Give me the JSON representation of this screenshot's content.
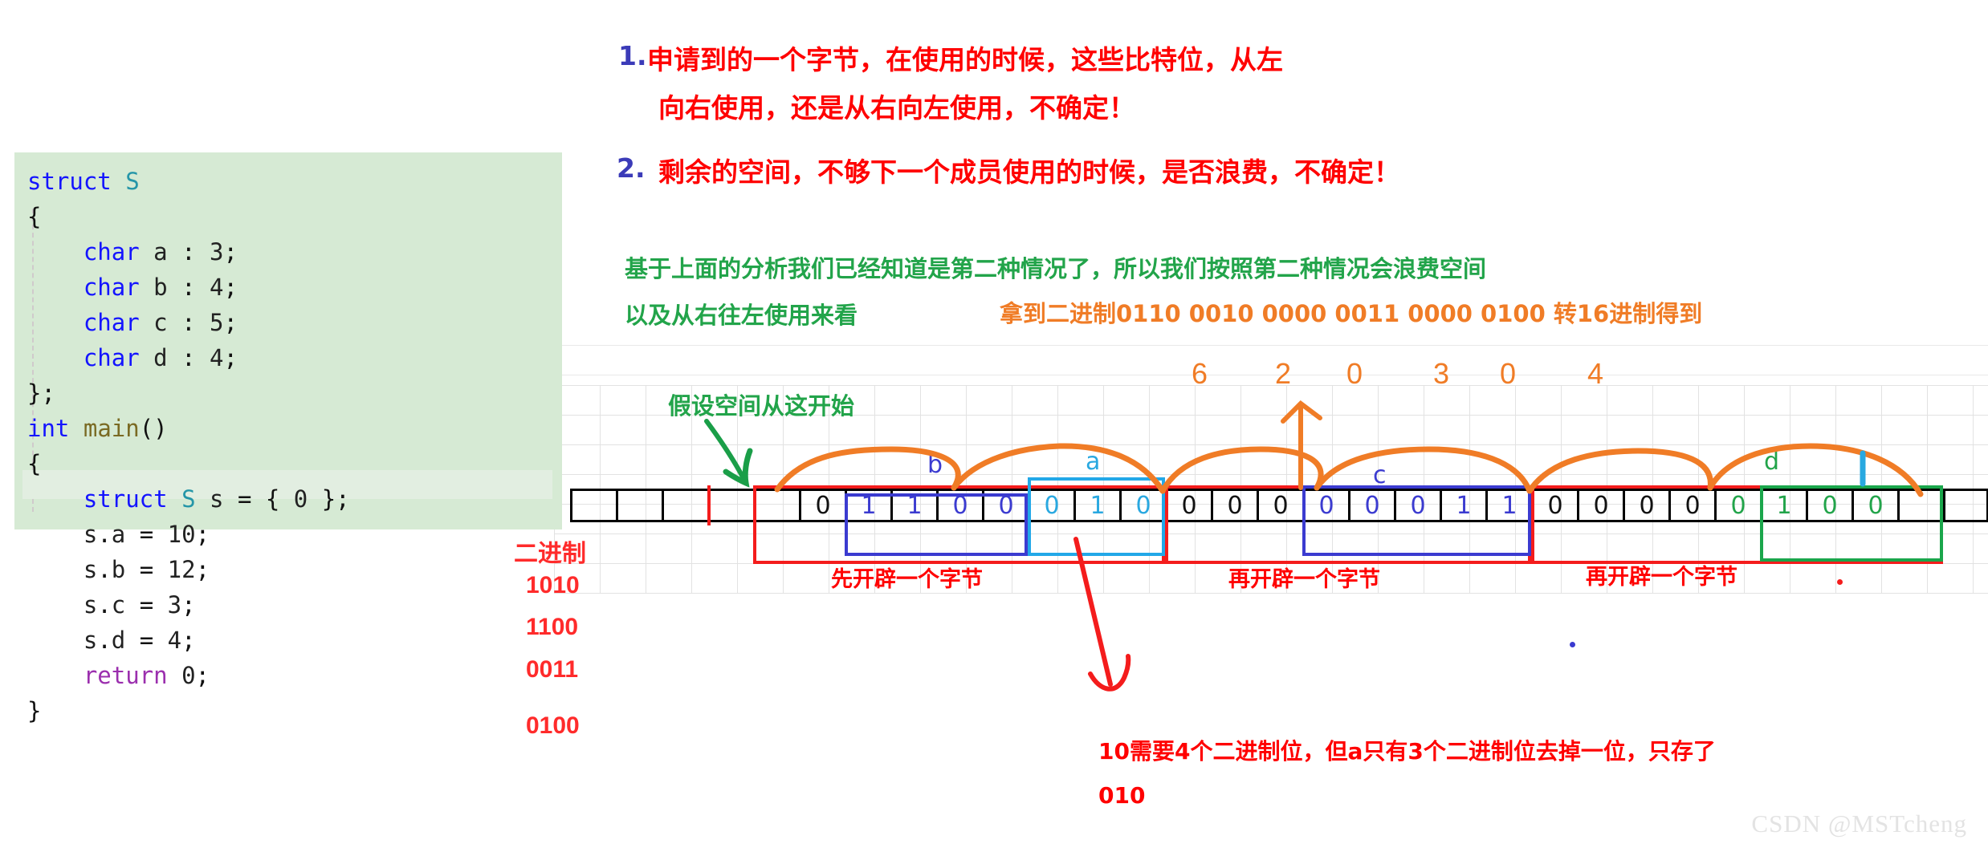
{
  "code_panel": {
    "language": "c",
    "lines": [
      {
        "id": "l1",
        "text": "struct S"
      },
      {
        "id": "l2",
        "text": "{"
      },
      {
        "id": "l3",
        "text": "    char a : 3;"
      },
      {
        "id": "l4",
        "text": "    char b : 4;"
      },
      {
        "id": "l5",
        "text": "    char c : 5;"
      },
      {
        "id": "l6",
        "text": "    char d : 4;"
      },
      {
        "id": "l7",
        "text": "};"
      },
      {
        "id": "l8",
        "text": "int main()"
      },
      {
        "id": "l9",
        "text": "{"
      },
      {
        "id": "l10",
        "text": "    struct S s = { 0 };"
      },
      {
        "id": "l11",
        "text": "    s.a = 10;"
      },
      {
        "id": "l12",
        "text": "    s.b = 12;"
      },
      {
        "id": "l13",
        "text": "    s.c = 3;"
      },
      {
        "id": "l14",
        "text": "    s.d = 4;"
      },
      {
        "id": "l15",
        "text": "    return 0;"
      },
      {
        "id": "l16",
        "text": "}"
      }
    ]
  },
  "binary_column": {
    "header": "二进制",
    "values": [
      "1010",
      "1100",
      "0011",
      "0100"
    ]
  },
  "notes": {
    "item1_num": "1.",
    "item1_line1": "申请到的一个字节，在使用的时候，这些比特位，从左",
    "item1_line2": "向右使用，还是从右向左使用，不确定！",
    "item2_num": "2.",
    "item2_line1": "剩余的空间，不够下一个成员使用的时候，是否浪费，不确定！",
    "green_line1": "基于上面的分析我们已经知道是第二种情况了，所以我们按照第二种情况会浪费空间",
    "green_line2": "以及从右往左使用来看",
    "green_start_label": "假设空间从这开始",
    "orange_convert": "拿到二进制0110 0010 0000 0011 0000 0100 转16进制得到",
    "red_alloc_1": "先开辟一个字节",
    "red_alloc_2": "再开辟一个字节",
    "red_alloc_3": "再开辟一个字节",
    "red_bottom_line1": "10需要4个二进制位，但a只有3个二进制位去掉一位，只存了",
    "red_bottom_line2": "010"
  },
  "hex_result": {
    "digits": [
      "6",
      "2",
      "0",
      "3",
      "0",
      "4"
    ]
  },
  "diagram": {
    "member_labels": {
      "b": "b",
      "a": "a",
      "c": "c",
      "d": "d"
    },
    "cells": [
      {
        "i": 0,
        "bit": "",
        "group": "none"
      },
      {
        "i": 1,
        "bit": "",
        "group": "none"
      },
      {
        "i": 2,
        "bit": "",
        "group": "none"
      },
      {
        "i": 3,
        "bit": "",
        "group": "none"
      },
      {
        "i": 4,
        "bit": "",
        "group": "pad1"
      },
      {
        "i": 5,
        "bit": "0",
        "group": "byte1pad"
      },
      {
        "i": 6,
        "bit": "1",
        "group": "b"
      },
      {
        "i": 7,
        "bit": "1",
        "group": "b"
      },
      {
        "i": 8,
        "bit": "0",
        "group": "b"
      },
      {
        "i": 9,
        "bit": "0",
        "group": "b"
      },
      {
        "i": 10,
        "bit": "0",
        "group": "a"
      },
      {
        "i": 11,
        "bit": "1",
        "group": "a"
      },
      {
        "i": 12,
        "bit": "0",
        "group": "a"
      },
      {
        "i": 13,
        "bit": "0",
        "group": "byte2pad"
      },
      {
        "i": 14,
        "bit": "0",
        "group": "byte2pad"
      },
      {
        "i": 15,
        "bit": "0",
        "group": "byte2pad"
      },
      {
        "i": 16,
        "bit": "0",
        "group": "c"
      },
      {
        "i": 17,
        "bit": "0",
        "group": "c"
      },
      {
        "i": 18,
        "bit": "0",
        "group": "c"
      },
      {
        "i": 19,
        "bit": "1",
        "group": "c"
      },
      {
        "i": 20,
        "bit": "1",
        "group": "c"
      },
      {
        "i": 21,
        "bit": "0",
        "group": "byte3pad"
      },
      {
        "i": 22,
        "bit": "0",
        "group": "byte3pad"
      },
      {
        "i": 23,
        "bit": "0",
        "group": "byte3pad"
      },
      {
        "i": 24,
        "bit": "0",
        "group": "byte3pad"
      },
      {
        "i": 25,
        "bit": "0",
        "group": "d"
      },
      {
        "i": 26,
        "bit": "1",
        "group": "d"
      },
      {
        "i": 27,
        "bit": "0",
        "group": "d"
      },
      {
        "i": 28,
        "bit": "0",
        "group": "d"
      },
      {
        "i": 29,
        "bit": "",
        "group": "none"
      },
      {
        "i": 30,
        "bit": "",
        "group": "none"
      }
    ]
  },
  "watermark": "CSDN @MSTcheng",
  "colors": {
    "red": "#ff0000",
    "green": "#22a44a",
    "orange": "#f07c26",
    "blue": "#3b3bd0",
    "cyan": "#29a8e0",
    "code_bg": "#d6ead4",
    "note_num": "#3b3bb8"
  }
}
